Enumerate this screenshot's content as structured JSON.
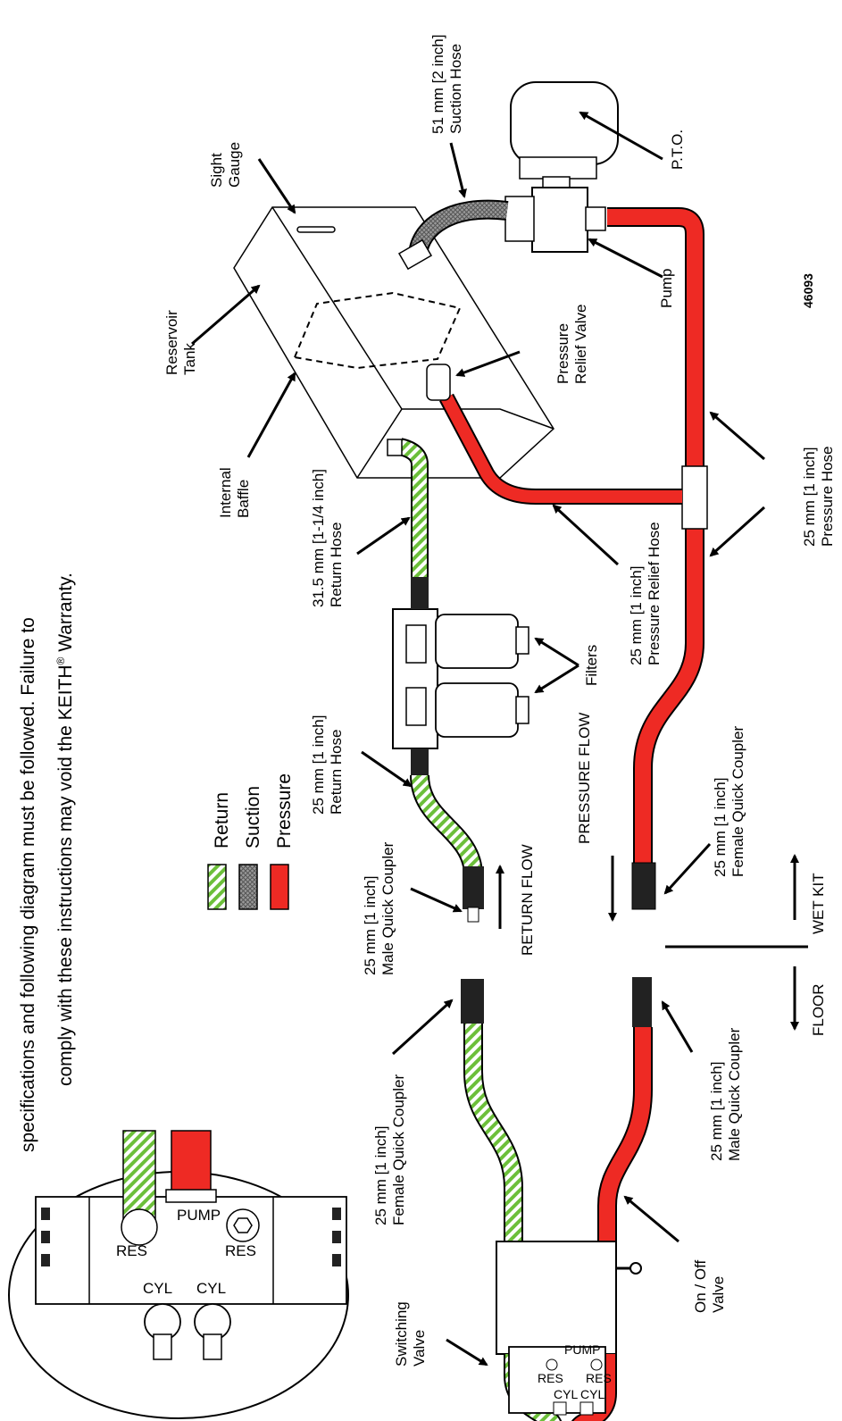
{
  "intro": {
    "line1": "specifications and following diagram must be followed. Failure to",
    "line2_prefix": "comply with these instructions may void the KEITH",
    "line2_reg": "®",
    "line2_suffix": " Warranty."
  },
  "labels": {
    "sight_gauge": [
      "Sight",
      "Gauge"
    ],
    "suction_hose": [
      "51 mm [2 inch]",
      "Suction Hose"
    ],
    "pto": "P.T.O.",
    "reservoir_tank": [
      "Reservoir",
      "Tank"
    ],
    "internal_baffle": [
      "Internal",
      "Baffle"
    ],
    "pressure_relief_valve": [
      "Pressure",
      "Relief Valve"
    ],
    "pump": "Pump",
    "figure_number": "46093",
    "return_hose_31": [
      "31.5 mm [1-1/4  inch]",
      "Return Hose"
    ],
    "pressure_relief_hose": [
      "25 mm [1 inch]",
      "Pressure Relief Hose"
    ],
    "pressure_hose": [
      "25 mm [1 inch]",
      "Pressure Hose"
    ],
    "filters": "Filters",
    "return_hose_25": [
      "25 mm [1 inch]",
      "Return Hose"
    ],
    "male_coupler_top": [
      "25 mm [1 inch]",
      "Male Quick Coupler"
    ],
    "female_coupler_top": [
      "25 mm [1 inch]",
      "Female Quick Coupler"
    ],
    "return_flow": "RETURN FLOW",
    "pressure_flow": "PRESSURE FLOW",
    "wet_kit": "WET KIT",
    "floor": "FLOOR",
    "female_coupler_bottom": [
      "25 mm [1 inch]",
      "Female Quick Coupler"
    ],
    "male_coupler_bottom": [
      "25 mm [1 inch]",
      "Male Quick Coupler"
    ],
    "on_off_valve": [
      "On / Off",
      "Valve"
    ],
    "switching_valve": [
      "Switching",
      "Valve"
    ]
  },
  "legend": {
    "items": [
      {
        "label": "Return",
        "color": "#6cbf3a",
        "pattern": "hatch"
      },
      {
        "label": "Suction",
        "color": "#8a8a8a",
        "pattern": "mesh"
      },
      {
        "label": "Pressure",
        "color": "#ee2a24",
        "pattern": "solid"
      }
    ]
  },
  "inset": {
    "port_pump": "PUMP",
    "port_res_left": "RES",
    "port_res_right": "RES",
    "port_cyl_left": "CYL",
    "port_cyl_right": "CYL"
  },
  "switching_valve_ports": {
    "pump": "PUMP",
    "res_left": "RES",
    "res_right": "RES",
    "cyl_left": "CYL",
    "cyl_right": "CYL"
  },
  "colors": {
    "pressure": "#ee2a24",
    "return": "#6cbf3a",
    "suction": "#8a8a8a"
  }
}
